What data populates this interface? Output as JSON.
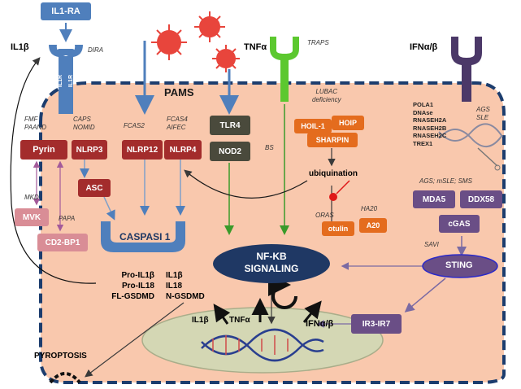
{
  "receptors": {
    "il1ra": "IL1-RA",
    "il1b": "IL1β",
    "dira": "DIRA",
    "il1r_left": "IL1R",
    "il1r_right": "IL1R",
    "tnfa": "TNFα",
    "traps": "TRAPS",
    "ifn": "IFNα/β"
  },
  "pams": "PAMS",
  "inflammasome_diseases": {
    "pyrin": "FMF\nPAAND",
    "nlrp3": "CAPS\nNOMID",
    "nlrp12": "FCAS2",
    "nlrp4": "FCAS4\nAIFEC",
    "bs": "BS",
    "mkd": "MKD",
    "papa": "PAPA"
  },
  "proteins": {
    "pyrin": "Pyrin",
    "nlrp3": "NLRP3",
    "nlrp12": "NLRP12",
    "nlrp4": "NLRP4",
    "tlr4": "TLR4",
    "nod2": "NOD2",
    "asc": "ASC",
    "mvk": "MVK",
    "cd2bp1": "CD2-BP1",
    "caspasi": "CASPASI 1",
    "hoil1": "HOIL-1",
    "hoip": "HOIP",
    "sharpin": "SHARPIN",
    "otulin": "otulin",
    "a20": "A20",
    "mda5": "MDA5",
    "ddx58": "DDX58",
    "cgas": "cGAS",
    "sting": "STING",
    "ir3ir7": "IR3-IR7"
  },
  "lubac": "LUBAC\ndeficiency",
  "ubiquination": "ubiquination",
  "oras": "ORAS",
  "ha20": "HA20",
  "ags_genes": "POLA1\nDNAse\nRNASEH2A\nRNASEH2B\nRNASEH2C\nTREX1",
  "ags_sle": "AGS\nSLE",
  "ags_msle_sms": "AGS; mSLE; SMS",
  "savi": "SAVI",
  "nfkb": "NF-KB\nSIGNALING",
  "pro_products": "Pro-IL1β\nPro-IL18\nFL-GSDMD",
  "products": "IL1β\nIL18\nN-GSDMD",
  "nucleus_labels": {
    "il1b": "IL1β",
    "tnfa": "TNFα",
    "ifn": "IFNα/β"
  },
  "pyroptosis": "PYROPTOSIS",
  "colors": {
    "cell_fill": "#f9c8ad",
    "membrane": "#1c3d6e",
    "dark_red": "#a32c2c",
    "dark_gray": "#4a4a3c",
    "orange": "#e46c1e",
    "purple": "#6a4e86",
    "pink": "#d98d96",
    "il1_receptor": "#4f7fbc",
    "tnf_receptor": "#5cc82f",
    "ifn_receptor": "#4b3868",
    "virus": "#e8453c",
    "nucleus": "#d4d7b4"
  }
}
